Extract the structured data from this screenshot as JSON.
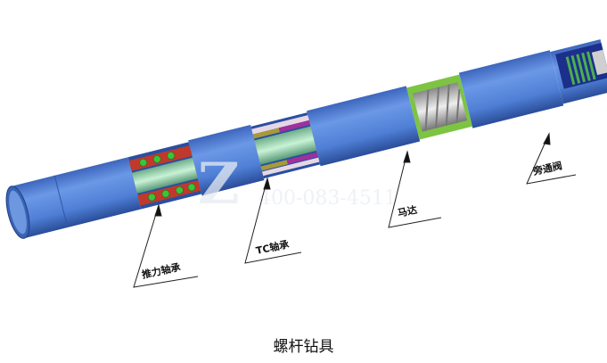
{
  "title": "螺杆钻具",
  "callouts": {
    "thrust_bearing": "推力轴承",
    "tc_bearing": "TC轴承",
    "motor": "马达",
    "bypass_valve": "旁通阀"
  },
  "watermark": {
    "logo": "Z",
    "phone": "400-083-4511"
  },
  "colors": {
    "tube": "#4f7fd6",
    "tube_dark": "#2e56a8",
    "green": "#7dc443",
    "magenta": "#a0309a"
  }
}
